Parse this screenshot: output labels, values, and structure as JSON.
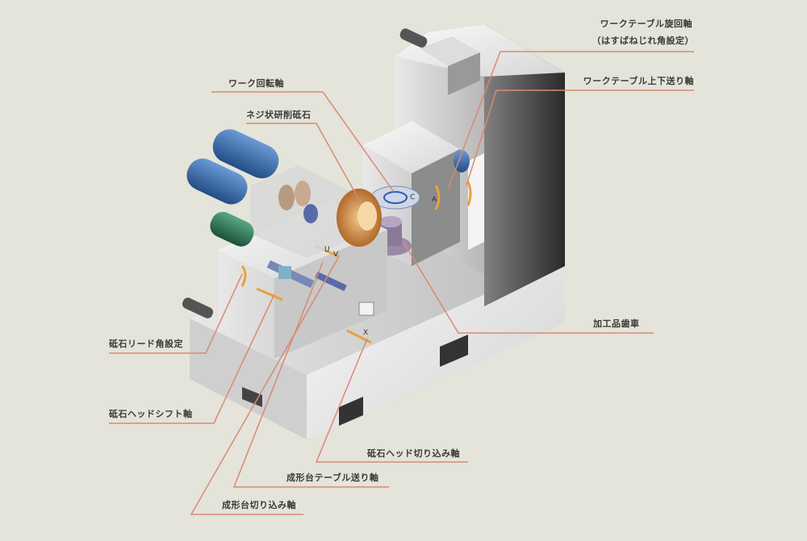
{
  "labels": {
    "table_swivel_axis": "ワークテーブル旋回軸",
    "table_swivel_note": "（はすばねじれ角設定）",
    "table_vertical_feed": "ワークテーブル上下送り軸",
    "work_rotation_axis": "ワーク回転軸",
    "threaded_wheel": "ネジ状研削砥石",
    "workpiece_gear": "加工品歯車",
    "wheel_lead_angle": "砥石リード角設定",
    "wheel_head_shift": "砥石ヘッドシフト軸",
    "wheel_head_infeed": "砥石ヘッド切り込み軸",
    "dresser_table_feed": "成形台テーブル送り軸",
    "dresser_infeed": "成形台切り込み軸"
  },
  "axis_marks": [
    "C",
    "A",
    "X",
    "U",
    "V"
  ],
  "colors": {
    "background": "#e4e4da",
    "leader": "#d98a72",
    "accent_orange": "#e8a23a",
    "motor_blue": "#3a6fb0",
    "motor_green": "#2f7a5a"
  }
}
